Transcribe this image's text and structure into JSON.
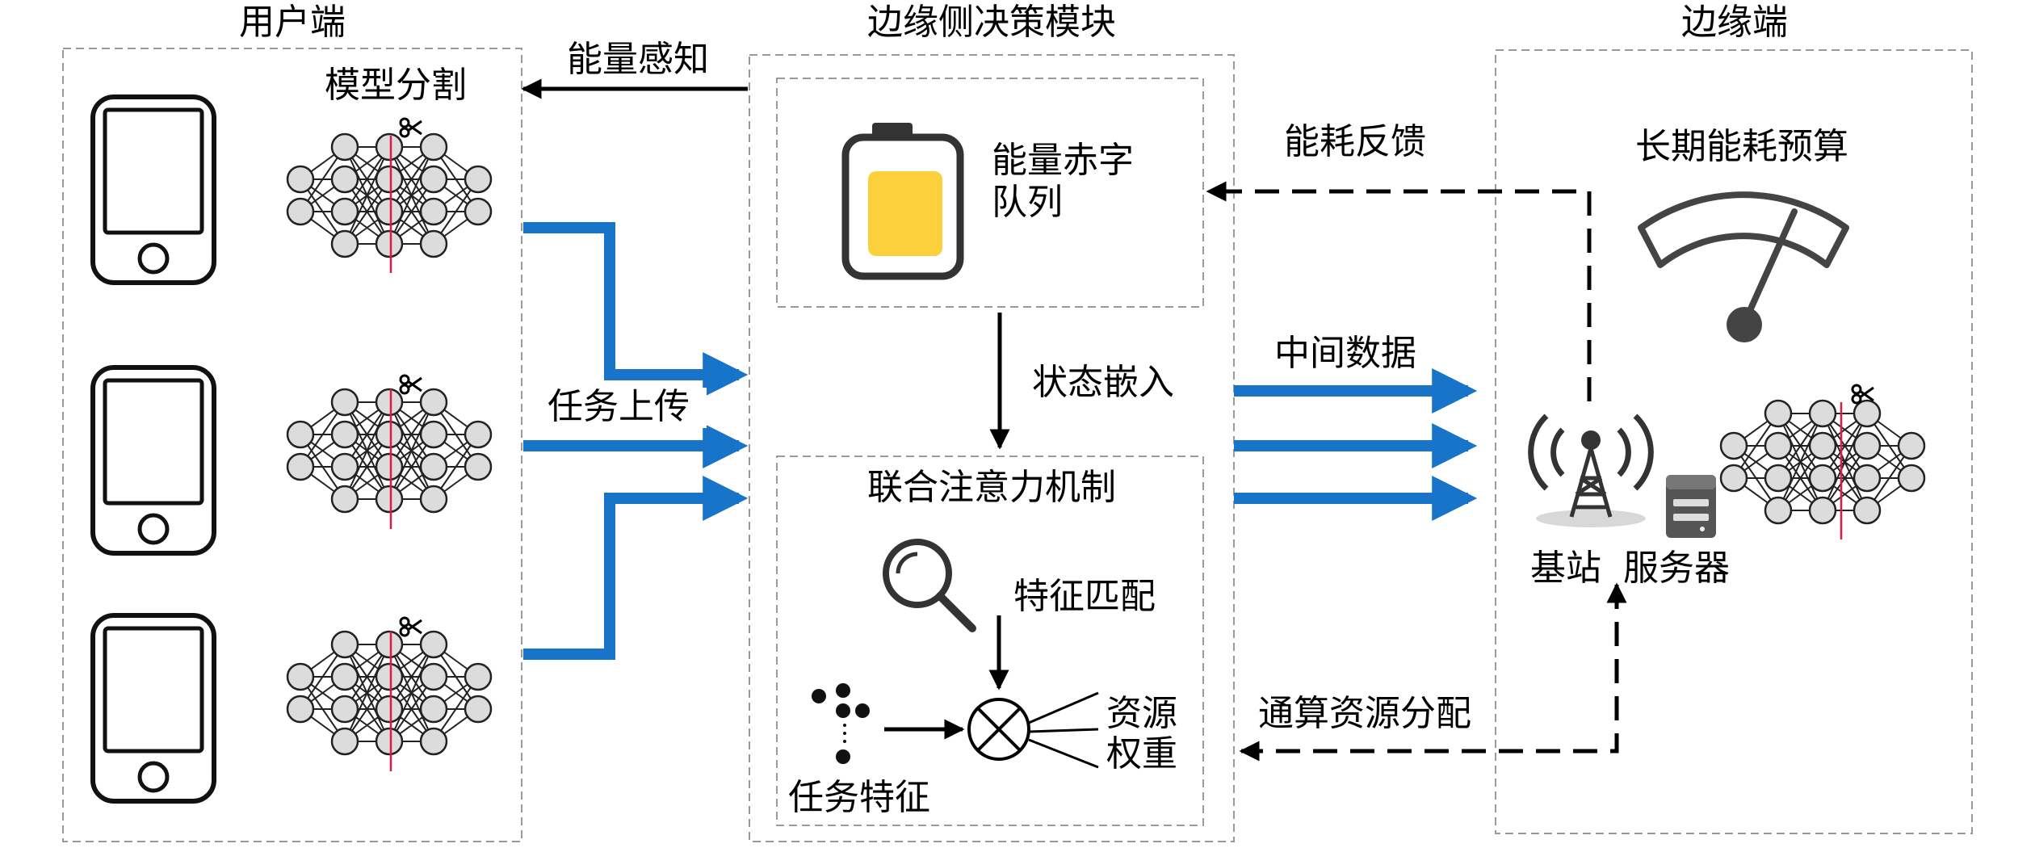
{
  "sections": {
    "user": "用户端",
    "edge_decision": "边缘侧决策模块",
    "edge": "边缘端"
  },
  "labels": {
    "model_split": "模型分割",
    "energy_sense": "能量感知",
    "task_upload": "任务上传",
    "energy_deficit_line1": "能量赤字",
    "energy_deficit_line2": "队列",
    "state_embed": "状态嵌入",
    "joint_attention": "联合注意力机制",
    "feature_match": "特征匹配",
    "resource_line1": "资源",
    "resource_line2": "权重",
    "task_feature": "任务特征",
    "energy_feedback": "能耗反馈",
    "intermediate_data": "中间数据",
    "resource_alloc": "通算资源分配",
    "long_term_budget": "长期能耗预算",
    "base_station": "基站",
    "server": "服务器"
  },
  "icons": {
    "phone": "smartphone-icon",
    "network": "neural-network-icon",
    "scissors": "scissors-icon",
    "battery": "battery-icon",
    "magnifier": "magnifier-icon",
    "multiply": "circled-times-icon",
    "gauge": "gauge-icon",
    "tower": "antenna-tower-icon",
    "server": "server-icon"
  },
  "colors": {
    "flow_arrow": "#1874c8",
    "battery_fill": "#fcd03a",
    "cut_line": "#d81b4a",
    "box_border": "#9a9a9a",
    "node_fill": "#dcdcdc"
  }
}
